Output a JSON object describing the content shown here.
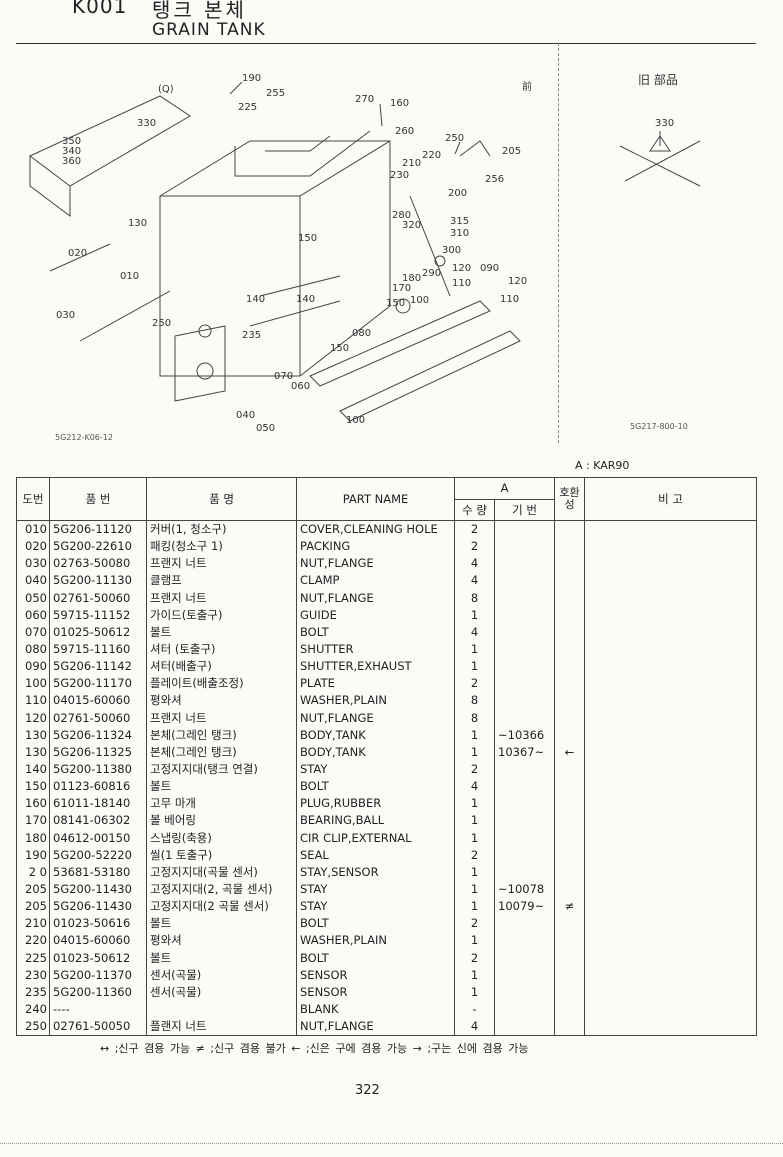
{
  "header": {
    "code": "K001",
    "title_ko": "탱크 본체",
    "title_en": "GRAIN TANK"
  },
  "diagram": {
    "labels": [
      "190",
      "255",
      "225",
      "270",
      "160",
      "260",
      "250",
      "205",
      "220",
      "210",
      "256",
      "230",
      "200",
      "280",
      "320",
      "315",
      "310",
      "300",
      "180",
      "290",
      "170",
      "120",
      "090",
      "110",
      "120",
      "110",
      "150",
      "100",
      "140",
      "140",
      "150",
      "235",
      "080",
      "150",
      "070",
      "060",
      "040",
      "050",
      "100",
      "130",
      "020",
      "010",
      "030",
      "250",
      "330",
      "350",
      "340",
      "360",
      "(Q)",
      "前"
    ],
    "page_code": "5G212-K06-12"
  },
  "old_parts": {
    "title": "旧 部品",
    "label": "330",
    "page_code": "5G217-800-10"
  },
  "model": "A : KAR90",
  "table": {
    "headers": {
      "no": "도번",
      "part_no": "품      번",
      "name_ko": "품          명",
      "name_en": "PART  NAME",
      "group_a": "A",
      "qty": "수 량",
      "serial": "기 번",
      "compat": "호환성",
      "remarks": "비          고"
    },
    "rows": [
      {
        "no": "010",
        "part_no": "5G206-11120",
        "name_ko": "커버(1, 청소구)",
        "name_en": "COVER,CLEANING HOLE",
        "qty": "2",
        "serial": "",
        "compat": ""
      },
      {
        "no": "020",
        "part_no": "5G200-22610",
        "name_ko": "패킹(청소구 1)",
        "name_en": "PACKING",
        "qty": "2",
        "serial": "",
        "compat": ""
      },
      {
        "no": "030",
        "part_no": "02763-50080",
        "name_ko": "프랜지 너트",
        "name_en": "NUT,FLANGE",
        "qty": "4",
        "serial": "",
        "compat": ""
      },
      {
        "no": "040",
        "part_no": "5G200-11130",
        "name_ko": "클램프",
        "name_en": "CLAMP",
        "qty": "4",
        "serial": "",
        "compat": ""
      },
      {
        "no": "050",
        "part_no": "02761-50060",
        "name_ko": "프랜지 너트",
        "name_en": "NUT,FLANGE",
        "qty": "8",
        "serial": "",
        "compat": ""
      },
      {
        "no": "060",
        "part_no": "59715-11152",
        "name_ko": "가이드(토출구)",
        "name_en": "GUIDE",
        "qty": "1",
        "serial": "",
        "compat": ""
      },
      {
        "no": "070",
        "part_no": "01025-50612",
        "name_ko": "볼트",
        "name_en": "BOLT",
        "qty": "4",
        "serial": "",
        "compat": ""
      },
      {
        "no": "080",
        "part_no": "59715-11160",
        "name_ko": "셔터 (토출구)",
        "name_en": "SHUTTER",
        "qty": "1",
        "serial": "",
        "compat": ""
      },
      {
        "no": "090",
        "part_no": "5G206-11142",
        "name_ko": "셔터(배출구)",
        "name_en": "SHUTTER,EXHAUST",
        "qty": "1",
        "serial": "",
        "compat": ""
      },
      {
        "no": "100",
        "part_no": "5G200-11170",
        "name_ko": "플레이트(배출조정)",
        "name_en": "PLATE",
        "qty": "2",
        "serial": "",
        "compat": ""
      },
      {
        "no": "110",
        "part_no": "04015-60060",
        "name_ko": "평와셔",
        "name_en": "WASHER,PLAIN",
        "qty": "8",
        "serial": "",
        "compat": ""
      },
      {
        "no": "120",
        "part_no": "02761-50060",
        "name_ko": "프랜지 너트",
        "name_en": "NUT,FLANGE",
        "qty": "8",
        "serial": "",
        "compat": ""
      },
      {
        "no": "130",
        "part_no": "5G206-11324",
        "name_ko": "본체(그레인 탱크)",
        "name_en": "BODY,TANK",
        "qty": "1",
        "serial": "~10366",
        "compat": ""
      },
      {
        "no": "130",
        "part_no": "5G206-11325",
        "name_ko": "본체(그레인 탱크)",
        "name_en": "BODY,TANK",
        "qty": "1",
        "serial": "10367~",
        "compat": "←"
      },
      {
        "no": "140",
        "part_no": "5G200-11380",
        "name_ko": "고정지지대(탱크 연결)",
        "name_en": "STAY",
        "qty": "2",
        "serial": "",
        "compat": ""
      },
      {
        "no": "150",
        "part_no": "01123-60816",
        "name_ko": "볼트",
        "name_en": "BOLT",
        "qty": "4",
        "serial": "",
        "compat": ""
      },
      {
        "no": "160",
        "part_no": "61011-18140",
        "name_ko": "고무 마개",
        "name_en": "PLUG,RUBBER",
        "qty": "1",
        "serial": "",
        "compat": ""
      },
      {
        "no": "170",
        "part_no": "08141-06302",
        "name_ko": "볼 베어링",
        "name_en": "BEARING,BALL",
        "qty": "1",
        "serial": "",
        "compat": ""
      },
      {
        "no": "180",
        "part_no": "04612-00150",
        "name_ko": "스냅링(축용)",
        "name_en": "CIR CLIP,EXTERNAL",
        "qty": "1",
        "serial": "",
        "compat": ""
      },
      {
        "no": "190",
        "part_no": "5G200-52220",
        "name_ko": "씰(1 토출구)",
        "name_en": "SEAL",
        "qty": "2",
        "serial": "",
        "compat": ""
      },
      {
        "no": "2 0",
        "part_no": "53681-53180",
        "name_ko": "고정지지대(곡물 센서)",
        "name_en": "STAY,SENSOR",
        "qty": "1",
        "serial": "",
        "compat": ""
      },
      {
        "no": "205",
        "part_no": "5G200-11430",
        "name_ko": "고정지지대(2, 곡물 센서)",
        "name_en": "STAY",
        "qty": "1",
        "serial": "~10078",
        "compat": ""
      },
      {
        "no": "205",
        "part_no": "5G206-11430",
        "name_ko": "고정지지대(2 곡물 센서)",
        "name_en": "STAY",
        "qty": "1",
        "serial": "10079~",
        "compat": "≠"
      },
      {
        "no": "210",
        "part_no": "01023-50616",
        "name_ko": "볼트",
        "name_en": "BOLT",
        "qty": "2",
        "serial": "",
        "compat": ""
      },
      {
        "no": "220",
        "part_no": "04015-60060",
        "name_ko": "평와셔",
        "name_en": "WASHER,PLAIN",
        "qty": "1",
        "serial": "",
        "compat": ""
      },
      {
        "no": "225",
        "part_no": "01023-50612",
        "name_ko": "볼트",
        "name_en": "BOLT",
        "qty": "2",
        "serial": "",
        "compat": ""
      },
      {
        "no": "230",
        "part_no": "5G200-11370",
        "name_ko": "센서(곡물)",
        "name_en": "SENSOR",
        "qty": "1",
        "serial": "",
        "compat": ""
      },
      {
        "no": "235",
        "part_no": "5G200-11360",
        "name_ko": "센서(곡물)",
        "name_en": "SENSOR",
        "qty": "1",
        "serial": "",
        "compat": ""
      },
      {
        "no": "240",
        "part_no": "----",
        "name_ko": "",
        "name_en": "BLANK",
        "qty": "-",
        "serial": "",
        "compat": ""
      },
      {
        "no": "250",
        "part_no": "02761-50050",
        "name_ko": "플랜지 너트",
        "name_en": "NUT,FLANGE",
        "qty": "4",
        "serial": "",
        "compat": ""
      }
    ]
  },
  "legend": "↔ ;신구 겸용 가능    ≠ ;신구 겸용 불가    ← ;신은 구에 겸용 가능    → ;구는 신에 겸용 가능",
  "page_number": "322"
}
